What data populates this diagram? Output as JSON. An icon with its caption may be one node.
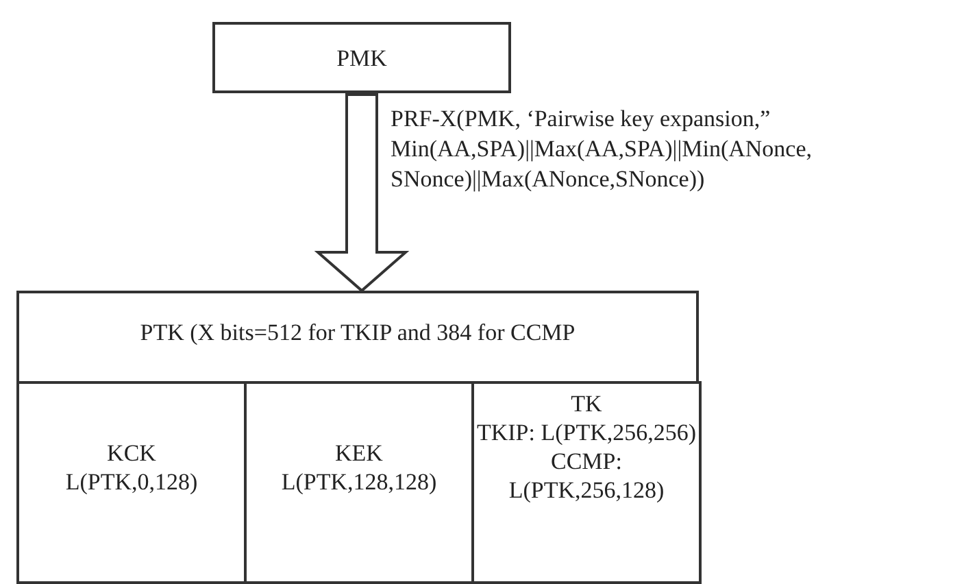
{
  "diagram": {
    "nodes": [
      {
        "text": [
          "PMK"
        ]
      },
      {
        "text": [
          "PTK (X bits=512 for TKIP and 384 for CCMP"
        ]
      },
      {
        "text": [
          "KCK",
          "L(PTK,0,128)"
        ],
        "in": 1
      },
      {
        "text": [
          "KEK",
          "L(PTK,128,128)"
        ],
        "in": 1
      },
      {
        "text": [
          "TK",
          "TKIP: L(PTK,256,256)",
          "CCMP: L(PTK,256,128)"
        ],
        "in": 1
      }
    ],
    "edges": [
      {
        "from": 0,
        "to": 1,
        "arrow": "to",
        "label": "PRF-X(PMK, ‘Pairwise key expansion,” Min(AA,SPA)||Max(AA,SPA)||Min(ANonce, SNonce)||Max(ANonce,SNonce))"
      }
    ]
  }
}
